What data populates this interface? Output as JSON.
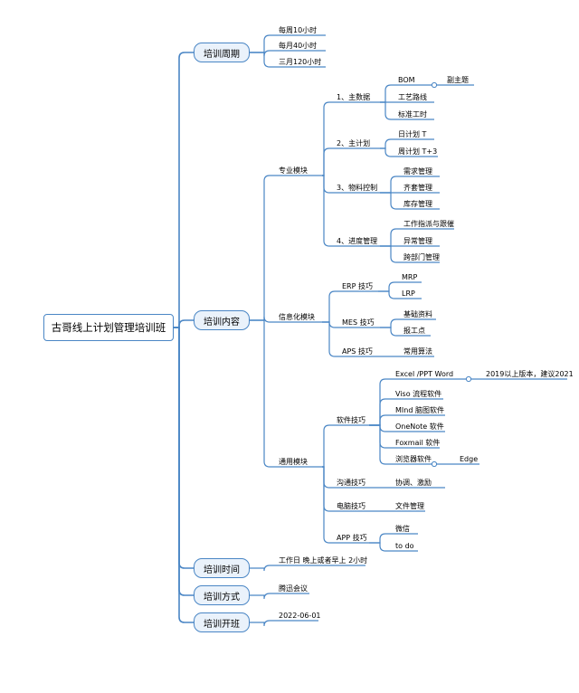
{
  "root": "古哥线上计划管理培训班",
  "branches": {
    "cycle": {
      "label": "培训周期",
      "items": [
        "每周10小时",
        "每月40小时",
        "三月120小时"
      ]
    },
    "content": {
      "label": "培训内容",
      "professional": {
        "label": "专业模块",
        "master_data": {
          "label": "1、主数据",
          "bom": "BOM",
          "bom_sub": "副主题",
          "routing": "工艺路线",
          "std_hours": "标准工时"
        },
        "master_plan": {
          "label": "2、主计划",
          "daily": "日计划 T",
          "weekly": "周计划 T+3"
        },
        "material": {
          "label": "3、物料控制",
          "items": [
            "需求管理",
            "齐套管理",
            "库存管理"
          ]
        },
        "progress": {
          "label": "4、进度管理",
          "items": [
            "工作指派与跟催",
            "异常管理",
            "跨部门管理"
          ]
        }
      },
      "informatization": {
        "label": "信息化模块",
        "erp": {
          "label": "ERP 技巧",
          "items": [
            "MRP",
            "LRP"
          ]
        },
        "mes": {
          "label": "MES 技巧",
          "items": [
            "基础资料",
            "报工点"
          ]
        },
        "aps": {
          "label": "APS 技巧",
          "items": [
            "常用算法"
          ]
        }
      },
      "general": {
        "label": "通用模块",
        "software": {
          "label": "软件技巧",
          "excel": "Excel /PPT Word",
          "excel_note": "2019以上版本，建议2021",
          "visio": "Viso 流程软件",
          "mind": "MInd 脑图软件",
          "onenote": "OneNote 软件",
          "foxmail": "Foxmail 软件",
          "browser": "浏览器软件",
          "browser_note": "Edge"
        },
        "communication": {
          "label": "沟通技巧",
          "items": [
            "协调、激励"
          ]
        },
        "computer": {
          "label": "电脑技巧",
          "items": [
            "文件管理"
          ]
        },
        "app": {
          "label": "APP 技巧",
          "items": [
            "微信",
            "to do"
          ]
        }
      }
    },
    "time": {
      "label": "培训时间",
      "detail": "工作日 晚上或者早上 2小时"
    },
    "method": {
      "label": "培训方式",
      "detail": "腾迅会议"
    },
    "start": {
      "label": "培训开班",
      "detail": "2022-06-01"
    }
  },
  "colors": {
    "line": "#4a86c5",
    "box_fill": "#eaf2fb"
  }
}
